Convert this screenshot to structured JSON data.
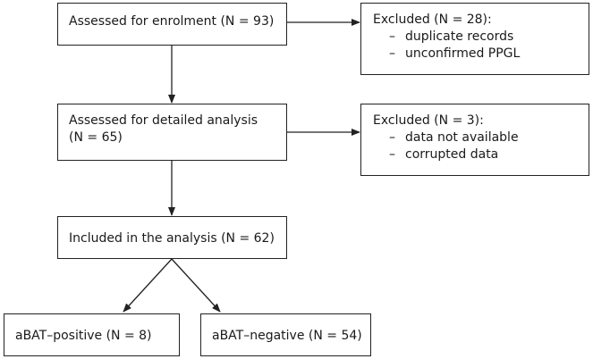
{
  "boxes": {
    "enrolment": {
      "text": "Assessed for enrolment (N = 93)"
    },
    "detailed": {
      "line1": "Assessed for detailed analysis",
      "line2": "(N = 65)"
    },
    "included": {
      "text": "Included in the analysis (N = 62)"
    },
    "positive": {
      "text": "aBAT–positive (N = 8)"
    },
    "negative": {
      "text": "aBAT–negative (N = 54)"
    }
  },
  "exclusions": [
    {
      "title": "Excluded (N = 28):",
      "items": [
        "duplicate records",
        "unconfirmed PPGL"
      ]
    },
    {
      "title": "Excluded (N = 3):",
      "items": [
        "data not available",
        "corrupted data"
      ]
    }
  ],
  "bullet": "–",
  "colors": {
    "stroke": "#222222",
    "text": "#1a1a1a",
    "background": "#ffffff"
  }
}
